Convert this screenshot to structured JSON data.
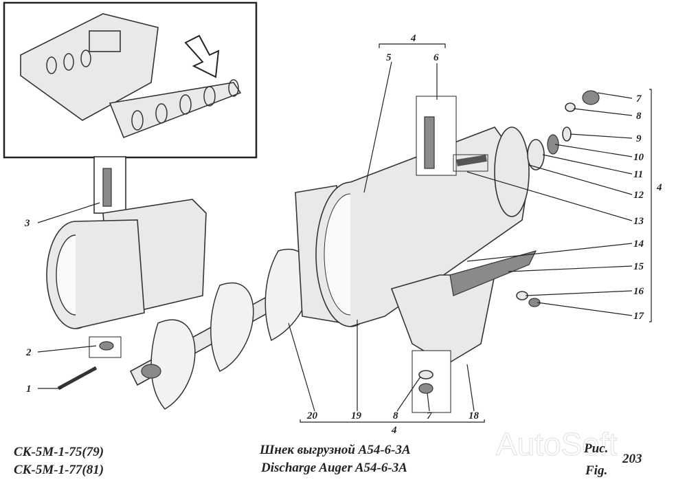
{
  "figure": {
    "model_lines": [
      "СК-5М-1-75(79)",
      "СК-5М-1-77(81)"
    ],
    "title_ru": "Шнек выгрузной А54-6-3А",
    "title_en": "Discharge Auger A54-6-3A",
    "fig_label_ru": "Рис.",
    "fig_label_en": "Fig.",
    "fig_number": "203",
    "watermark": "AutoSoft"
  },
  "callouts": {
    "top": {
      "group": "4",
      "items": [
        "5",
        "6"
      ]
    },
    "right": {
      "group": "4",
      "items": [
        "7",
        "8",
        "9",
        "10",
        "11",
        "12",
        "13",
        "14",
        "15",
        "16",
        "17"
      ]
    },
    "left": [
      "3",
      "2",
      "1"
    ],
    "bottom": {
      "group": "4",
      "items": [
        "20",
        "19",
        "8",
        "7",
        "18"
      ]
    }
  }
}
